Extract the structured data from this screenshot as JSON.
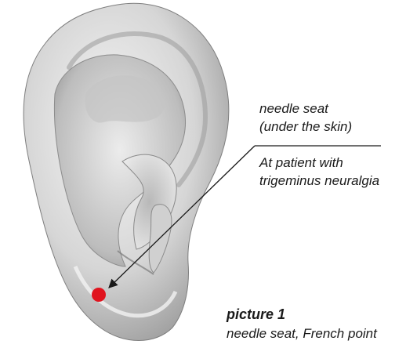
{
  "annotation": {
    "seat_line1": "needle seat",
    "seat_line2": "(under the skin)",
    "patient_line1": "At patient with",
    "patient_line2": "trigeminus neuralgia"
  },
  "caption": {
    "title": "picture 1",
    "text": "needle seat, French point"
  },
  "colors": {
    "marker": "#e0141e",
    "ear_fill": "#d9d9d9",
    "ear_shadow": "#8c8c8c",
    "text": "#1a1a1a"
  }
}
